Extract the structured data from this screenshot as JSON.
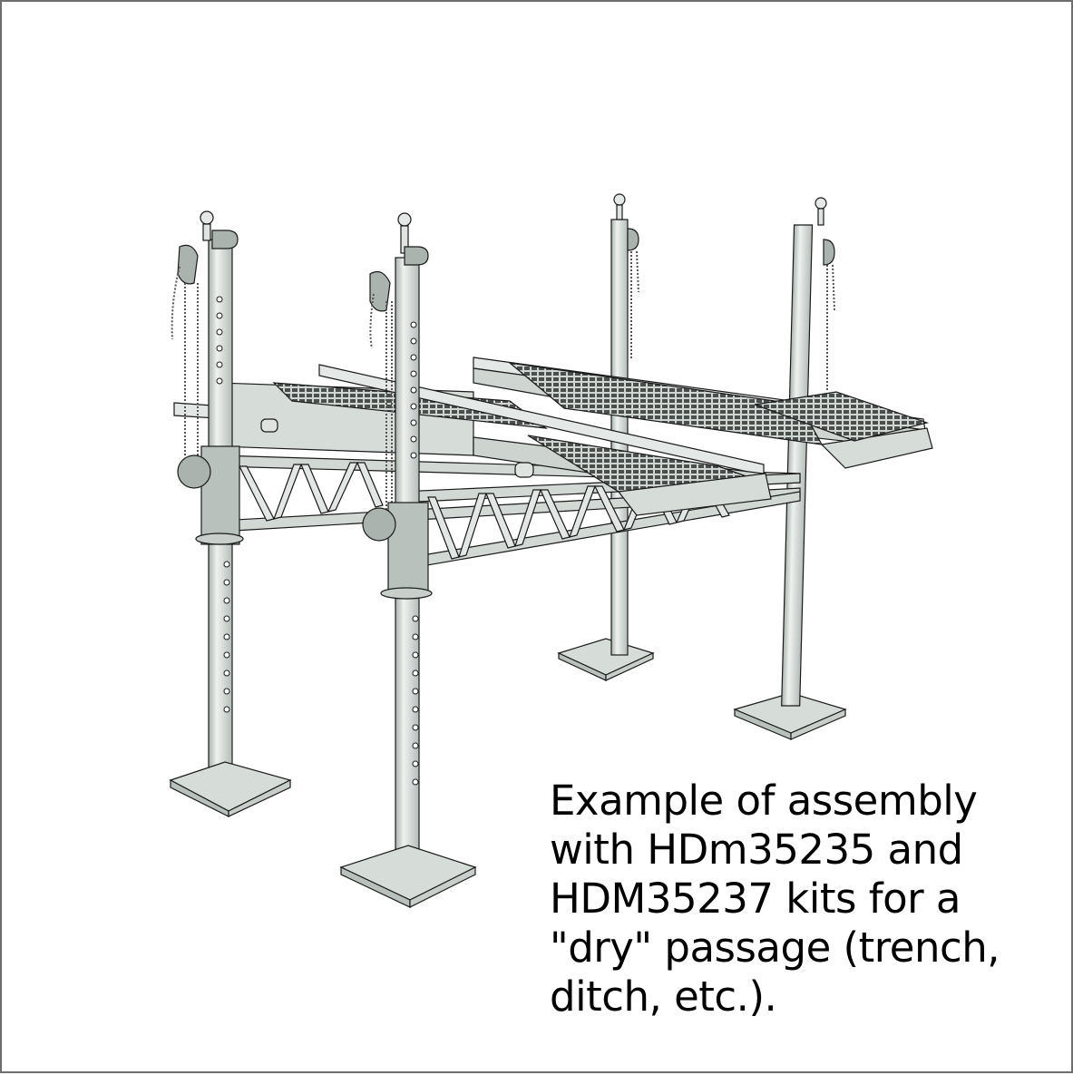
{
  "figure": {
    "subject": "Assembled bridge/ramp structure on four adjustable jack posts with truss frame, grated deck ramps, pulleys and base plates",
    "colors": {
      "border": "#6e6e6e",
      "background": "#ffffff",
      "model_light": "#dfe4e1",
      "model_mid": "#c4ccc8",
      "model_dark": "#9aa49f",
      "outline": "#1a1a1a",
      "grating": "#4a4f4c"
    }
  },
  "caption": {
    "lines": [
      "Example of assembly",
      "with HDm35235 and",
      "HDM35237 kits for a",
      "\"dry\" passage (trench,",
      "ditch, etc.)."
    ]
  }
}
